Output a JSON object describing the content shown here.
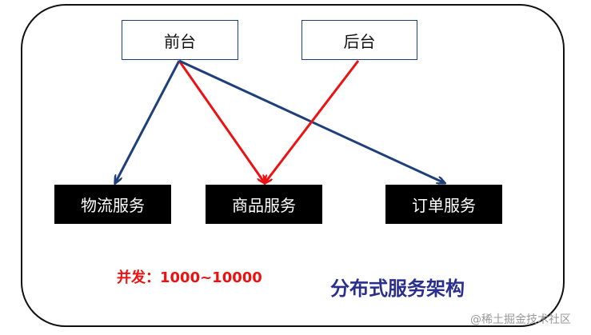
{
  "nodes": {
    "front": "前台",
    "back": "后台",
    "logistics": "物流服务",
    "product": "商品服务",
    "order": "订单服务"
  },
  "edges": [
    {
      "from": "front",
      "to": "logistics",
      "color": "navy"
    },
    {
      "from": "front",
      "to": "product",
      "color": "red"
    },
    {
      "from": "front",
      "to": "order",
      "color": "navy"
    },
    {
      "from": "back",
      "to": "product",
      "color": "red"
    }
  ],
  "concurrency": "并发：1000~10000",
  "title": "分布式服务架构",
  "watermark": "@稀土掘金技术社区",
  "colors": {
    "navy": "#1f3f7a",
    "red": "#ee1111",
    "title": "#2a2f8f",
    "node_fill": "#000000",
    "node_text": "#ffffff"
  }
}
